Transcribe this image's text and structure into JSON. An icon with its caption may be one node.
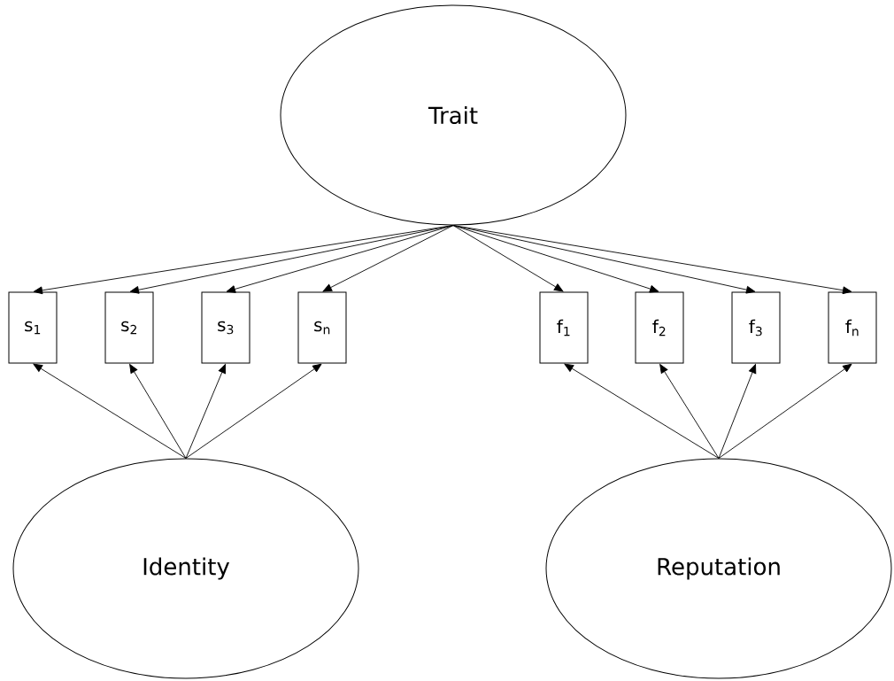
{
  "diagram": {
    "nodes": [
      {
        "text": [
          "Trait"
        ]
      },
      {
        "text": [
          "s$_{1}$"
        ]
      },
      {
        "text": [
          "s$_{2}$"
        ]
      },
      {
        "text": [
          "s$_{3}$"
        ]
      },
      {
        "text": [
          "s$_{n}$"
        ]
      },
      {
        "text": [
          "f$_{1}$"
        ]
      },
      {
        "text": [
          "f$_{2}$"
        ]
      },
      {
        "text": [
          "f$_{3}$"
        ]
      },
      {
        "text": [
          "f$_{n}$"
        ]
      },
      {
        "text": [
          "Identity"
        ]
      },
      {
        "text": [
          "Reputation"
        ]
      }
    ],
    "edges": [
      {
        "from": 0,
        "to": 1,
        "arrow": "to"
      },
      {
        "from": 0,
        "to": 2,
        "arrow": "to"
      },
      {
        "from": 0,
        "to": 3,
        "arrow": "to"
      },
      {
        "from": 0,
        "to": 4,
        "arrow": "to"
      },
      {
        "from": 0,
        "to": 5,
        "arrow": "to"
      },
      {
        "from": 0,
        "to": 6,
        "arrow": "to"
      },
      {
        "from": 0,
        "to": 7,
        "arrow": "to"
      },
      {
        "from": 0,
        "to": 8,
        "arrow": "to"
      },
      {
        "from": 9,
        "to": 1,
        "arrow": "to"
      },
      {
        "from": 9,
        "to": 2,
        "arrow": "to"
      },
      {
        "from": 9,
        "to": 3,
        "arrow": "to"
      },
      {
        "from": 9,
        "to": 4,
        "arrow": "to"
      },
      {
        "from": 10,
        "to": 5,
        "arrow": "to"
      },
      {
        "from": 10,
        "to": 6,
        "arrow": "to"
      },
      {
        "from": 10,
        "to": 7,
        "arrow": "to"
      },
      {
        "from": 10,
        "to": 8,
        "arrow": "to"
      }
    ]
  }
}
